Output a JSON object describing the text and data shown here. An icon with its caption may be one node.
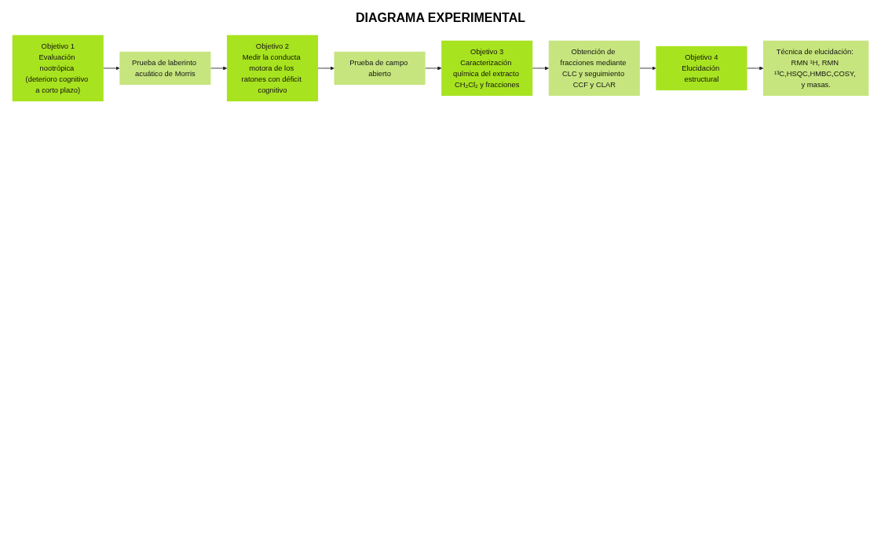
{
  "diagram": {
    "title": "DIAGRAMA EXPERIMENTAL",
    "nodes": [
      {
        "text": [
          "Objetivo 1",
          "Evaluación nootrópica (deterioro cognitivo a corto plazo)"
        ]
      },
      {
        "text": [
          "Prueba de laberinto acuático de Morris"
        ]
      },
      {
        "text": [
          "Objetivo 2",
          "Medir la conducta motora de los ratones con déficit cognitivo"
        ]
      },
      {
        "text": [
          "Prueba de campo abierto"
        ]
      },
      {
        "text": [
          "Objetivo 3",
          "Caracterización química del extracto CH₂Cl₂ y fracciones"
        ]
      },
      {
        "text": [
          "Obtención de fracciones mediante CLC y seguimiento CCF y CLAR"
        ]
      },
      {
        "text": [
          "Objetivo 4",
          "Elucidación estructural"
        ]
      },
      {
        "text": [
          "Técnica de elucidación: RMN ¹H, RMN ¹³C,HSQC,HMBC,COSY, y masas."
        ]
      }
    ],
    "edges": [
      {
        "from": 0,
        "to": 1,
        "arrow": "to"
      },
      {
        "from": 1,
        "to": 2,
        "arrow": "to"
      },
      {
        "from": 2,
        "to": 3,
        "arrow": "to"
      },
      {
        "from": 3,
        "to": 4,
        "arrow": "to"
      },
      {
        "from": 4,
        "to": 5,
        "arrow": "to"
      },
      {
        "from": 5,
        "to": 6,
        "arrow": "to"
      },
      {
        "from": 6,
        "to": 7,
        "arrow": "to"
      }
    ]
  }
}
